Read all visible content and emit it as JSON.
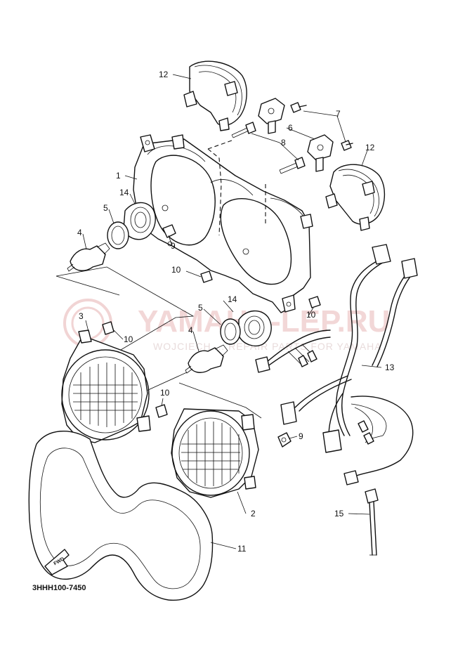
{
  "watermark": {
    "brand": "YAMAHA-LEP.RU",
    "subtitle": "WOJCIECH ... REPAIR PARTS FOR YAMAHA",
    "color": "#e8a0a0"
  },
  "diagram_code": "3HHH100-7450",
  "front_indicator": "FWD",
  "callouts": [
    "12",
    "7",
    "6",
    "8",
    "12",
    "1",
    "14",
    "5",
    "4",
    "9",
    "10",
    "10",
    "3",
    "10",
    "14",
    "5",
    "4",
    "13",
    "10",
    "9",
    "2",
    "11",
    "15"
  ]
}
